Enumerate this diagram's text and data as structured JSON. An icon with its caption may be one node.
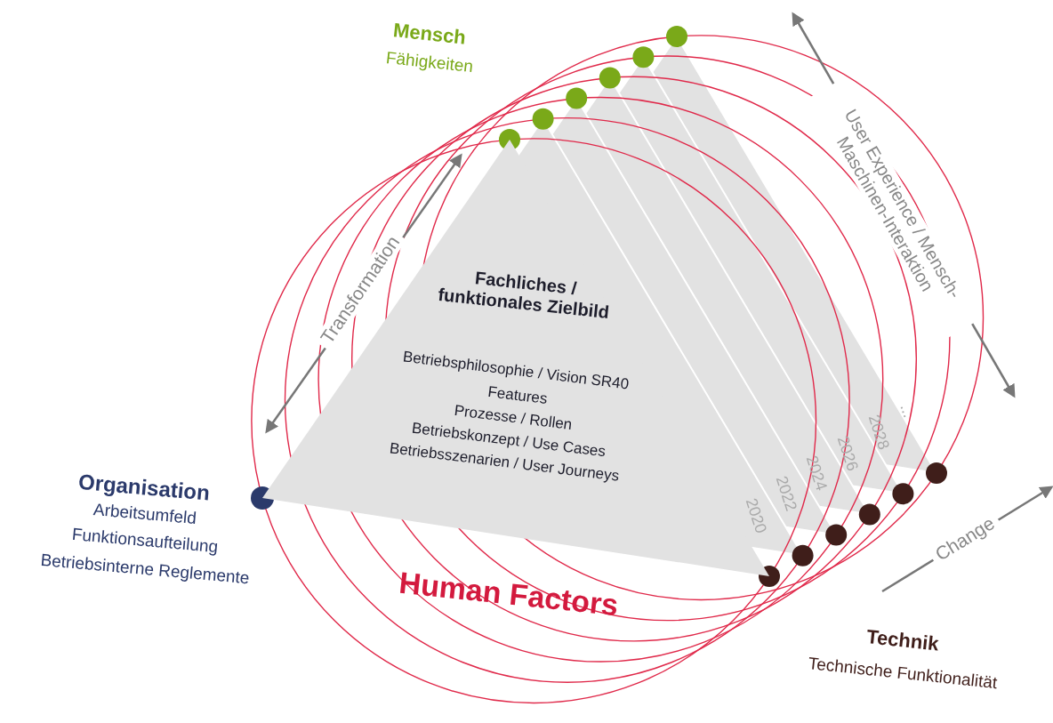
{
  "diagram": {
    "title": "Human Factors",
    "nodes": [
      {
        "text": [
          "Fachliches / funktionales Zielbild",
          "Betriebsphilosophie / Vision SR40",
          "Features",
          "Prozesse / Rollen",
          "Betriebskonzept / Use Cases",
          "Betriebsszenarien / User Journeys"
        ]
      }
    ],
    "edges": [],
    "labels": [
      "Mensch",
      "Fähigkeiten",
      "Organisation",
      "Arbeitsumfeld",
      "Funktionsaufteilung",
      "Betriebsinterne Reglemente",
      "Transformation",
      "User Experience / Mensch-Maschinen-Interaktion",
      "2020",
      "2022",
      "2024",
      "2026",
      "2028",
      "...",
      "Change",
      "Technik",
      "Technische Funktionalität"
    ]
  }
}
